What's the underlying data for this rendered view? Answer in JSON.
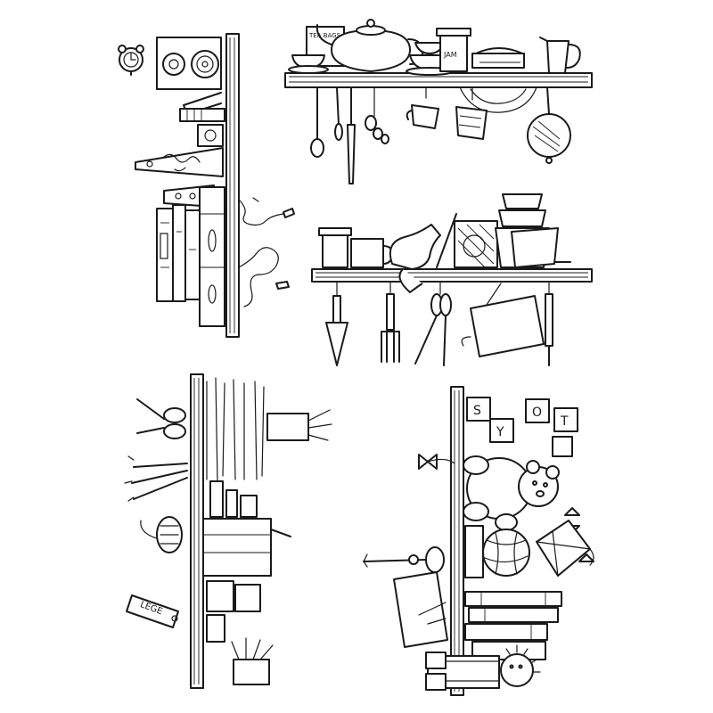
{
  "sheet": {
    "background": "#ffffff",
    "ink": "#1a1a1a"
  },
  "stamps": [
    {
      "id": "workshop-shelf",
      "items": [
        "alarm-clock",
        "speaker",
        "tape-roll",
        "iron",
        "level",
        "plug-cords",
        "books"
      ]
    },
    {
      "id": "kitchen-shelf",
      "labels": {
        "tea_canister": "TEA BAGS",
        "jam_jar": "JAM"
      },
      "items": [
        "teapot",
        "cups",
        "jug",
        "ladles",
        "spoons",
        "mugs",
        "frying-pan"
      ]
    },
    {
      "id": "potting-shelf",
      "items": [
        "flower-pots",
        "gloves",
        "mug",
        "trowel",
        "fork",
        "shears",
        "seed-packet-tag"
      ]
    },
    {
      "id": "craft-shelf",
      "labels": {
        "tag": "LEGE"
      },
      "items": [
        "scissors",
        "brushes",
        "sewing-box",
        "jars",
        "tag"
      ]
    },
    {
      "id": "nursery-shelf",
      "labels": {
        "blocks": [
          "S",
          "Y",
          "O",
          "T"
        ]
      },
      "items": [
        "teddy-bear",
        "ball",
        "books",
        "rag-doll",
        "kite",
        "bows"
      ]
    }
  ]
}
